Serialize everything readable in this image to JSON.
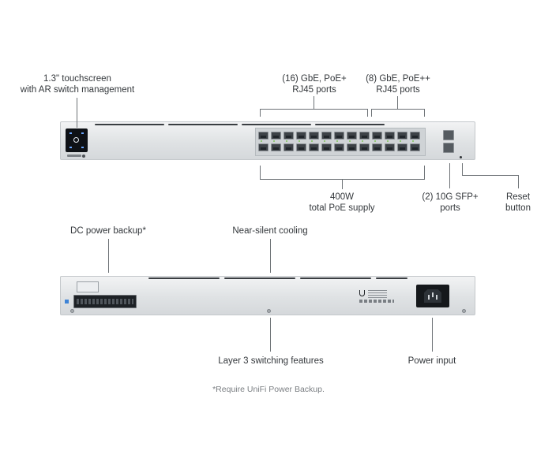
{
  "labels": {
    "touchscreen": [
      "1.3\" touchscreen",
      "with AR switch management"
    ],
    "gbe_poe_plus": [
      "(16) GbE, PoE+",
      "RJ45 ports"
    ],
    "gbe_poe_plusplus": [
      "(8) GbE, PoE++",
      "RJ45 ports"
    ],
    "poe_supply": [
      "400W",
      "total PoE supply"
    ],
    "sfp_ports": [
      "(2) 10G SFP+",
      "ports"
    ],
    "reset_button": [
      "Reset",
      "button"
    ],
    "dc_power_backup": "DC power backup*",
    "cooling": "Near-silent cooling",
    "layer3": "Layer 3 switching features",
    "power_input": "Power input"
  },
  "footnote": "*Require UniFi Power Backup.",
  "colors": {
    "chassis": "#dfe2e4",
    "screen": "#0e1116",
    "port": "#3d4247",
    "led_green": "#7fc35a",
    "callout_line": "#6d7276"
  },
  "icons": {
    "brand_logo": "ubiquiti-u-logo",
    "screen": "touchscreen-display",
    "power_socket": "iec-c14-socket"
  }
}
